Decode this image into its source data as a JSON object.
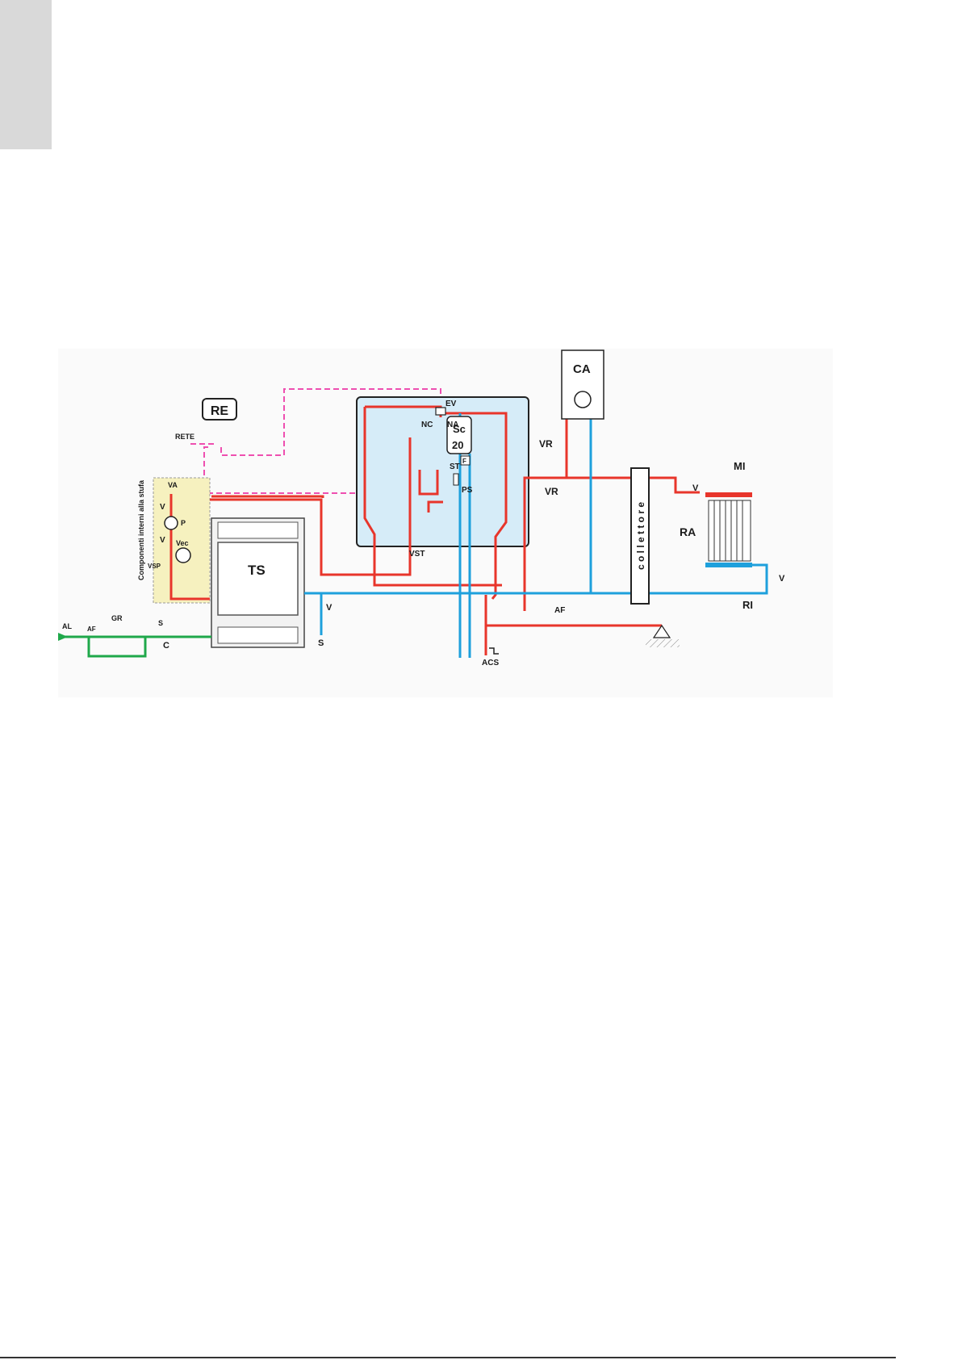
{
  "labels": {
    "re": "RE",
    "rete": "RETE",
    "ev": "EV",
    "nc": "NC",
    "na": "NA",
    "sc": "Sc",
    "sc_num": "20",
    "f": "F",
    "st": "ST",
    "ps": "PS",
    "vst": "VST",
    "ca": "CA",
    "vr_top": "VR",
    "vr_mid": "VR",
    "collector": "c o l l e t t o r e",
    "mi": "MI",
    "ra": "RA",
    "v_rad_top": "V",
    "v_rad_bottom": "V",
    "ri": "RI",
    "af_right": "AF",
    "acs": "ACS",
    "ts": "TS",
    "v_ts": "V",
    "s_ts": "S",
    "va": "VA",
    "v_box1": "V",
    "p": "P",
    "v_box2": "V",
    "vec": "Vec",
    "vsp": "VSP",
    "box_title": "Componenti interni alla stufa",
    "s_box": "S",
    "c_label": "C",
    "al": "AL",
    "af_left": "AF",
    "gr": "GR"
  },
  "colors": {
    "hot": "#e8352b",
    "cold": "#1ea0dc",
    "feed": "#1fa84a",
    "signal": "#ee4fb0",
    "panel": "#d6ecf8",
    "component_box": "#f6f1bf"
  }
}
